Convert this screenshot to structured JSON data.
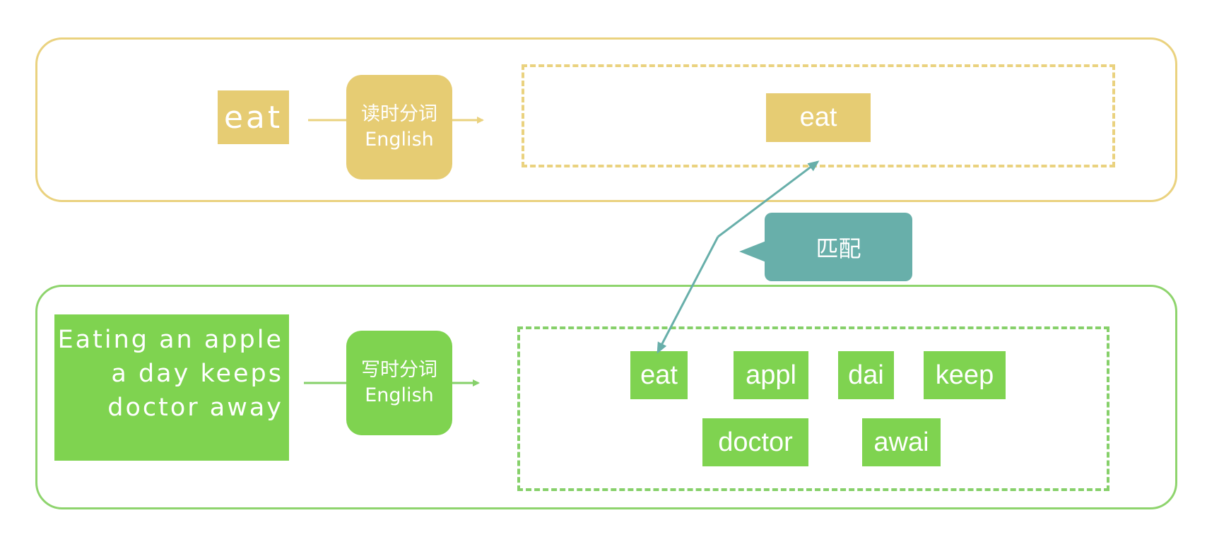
{
  "read_row": {
    "source_token": "eat",
    "stage_title": "读时分词",
    "stage_lang": "English",
    "output_token": "eat"
  },
  "write_row": {
    "source_text": "Eating an apple a day keeps doctor away",
    "stage_title": "写时分词",
    "stage_lang": "English",
    "tokens": [
      "eat",
      "appl",
      "dai",
      "keep",
      "doctor",
      "awai"
    ]
  },
  "match_label": "匹配",
  "colors": {
    "read_accent": "#e6cc73",
    "write_accent": "#7fd350",
    "match_accent": "#68afaa"
  }
}
